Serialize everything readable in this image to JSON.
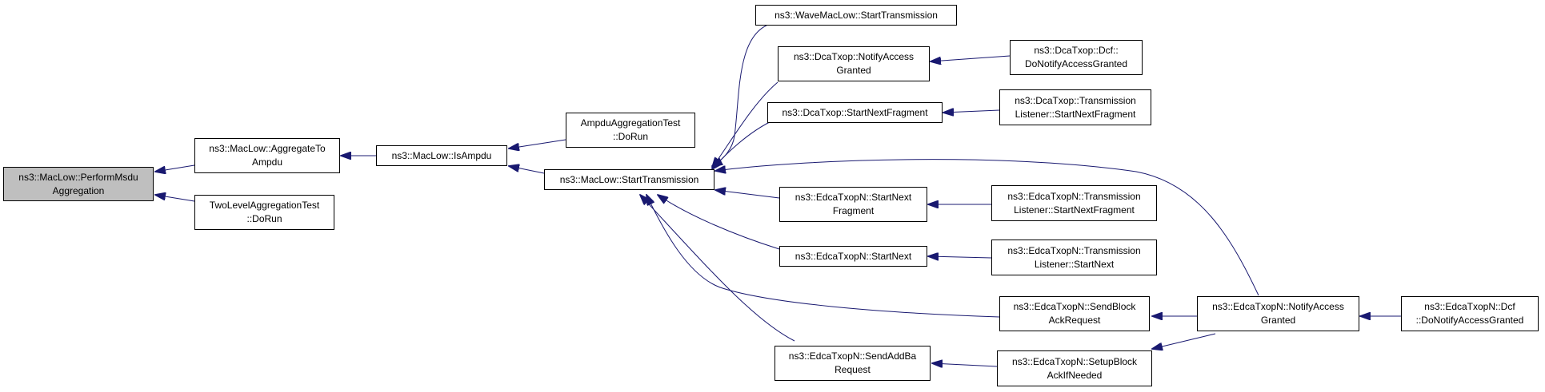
{
  "colors": {
    "edge": "#191970",
    "node_border": "#000000",
    "node_fill": "#ffffff",
    "focus_fill": "#bfbfbf"
  },
  "nodes": {
    "perform_msdu": {
      "line1": "ns3::MacLow::PerformMsdu",
      "line2": "Aggregation"
    },
    "aggregate_to_ampdu": {
      "line1": "ns3::MacLow::AggregateTo",
      "line2": "Ampdu"
    },
    "two_level_test": {
      "line1": "TwoLevelAggregationTest",
      "line2": "::DoRun"
    },
    "is_ampdu": {
      "line1": "ns3::MacLow::IsAmpdu"
    },
    "ampdu_test": {
      "line1": "AmpduAggregationTest",
      "line2": "::DoRun"
    },
    "start_transmission": {
      "line1": "ns3::MacLow::StartTransmission"
    },
    "wave_start": {
      "line1": "ns3::WaveMacLow::StartTransmission"
    },
    "dca_notify": {
      "line1": "ns3::DcaTxop::NotifyAccess",
      "line2": "Granted"
    },
    "dca_dcf_notify": {
      "line1": "ns3::DcaTxop::Dcf::",
      "line2": "DoNotifyAccessGranted"
    },
    "dca_next_frag": {
      "line1": "ns3::DcaTxop::StartNextFragment"
    },
    "dca_tl_next_frag": {
      "line1": "ns3::DcaTxop::Transmission",
      "line2": "Listener::StartNextFragment"
    },
    "edca_next_frag": {
      "line1": "ns3::EdcaTxopN::StartNext",
      "line2": "Fragment"
    },
    "edca_tl_next_frag": {
      "line1": "ns3::EdcaTxopN::Transmission",
      "line2": "Listener::StartNextFragment"
    },
    "edca_start_next": {
      "line1": "ns3::EdcaTxopN::StartNext"
    },
    "edca_tl_start_next": {
      "line1": "ns3::EdcaTxopN::Transmission",
      "line2": "Listener::StartNext"
    },
    "edca_send_block_ack": {
      "line1": "ns3::EdcaTxopN::SendBlock",
      "line2": "AckRequest"
    },
    "edca_notify": {
      "line1": "ns3::EdcaTxopN::NotifyAccess",
      "line2": "Granted"
    },
    "edca_dcf_notify": {
      "line1": "ns3::EdcaTxopN::Dcf",
      "line2": "::DoNotifyAccessGranted"
    },
    "edca_send_addba": {
      "line1": "ns3::EdcaTxopN::SendAddBa",
      "line2": "Request"
    },
    "edca_setup_block": {
      "line1": "ns3::EdcaTxopN::SetupBlock",
      "line2": "AckIfNeeded"
    }
  }
}
